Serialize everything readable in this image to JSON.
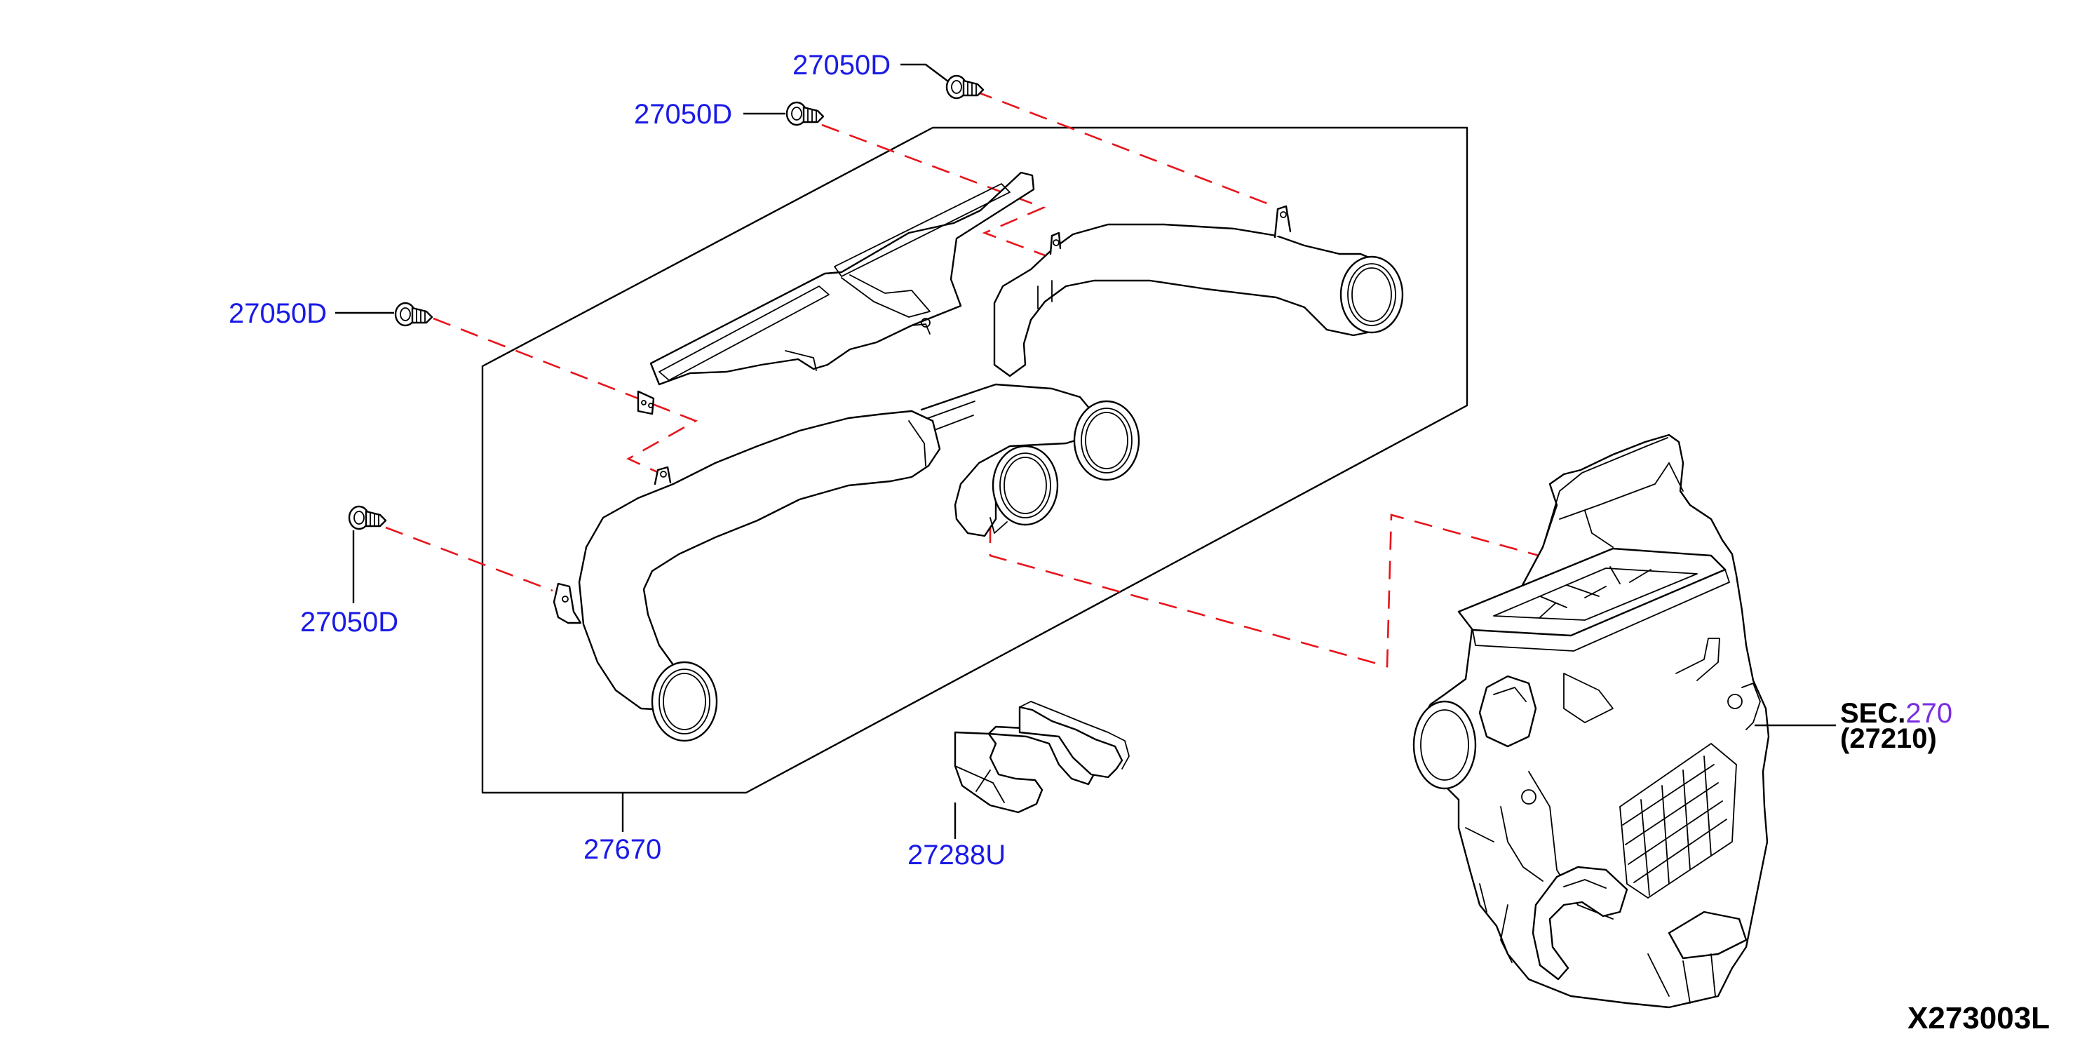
{
  "labels": {
    "bolt_top_right": "27050D",
    "bolt_top_left": "27050D",
    "bolt_mid_left": "27050D",
    "bolt_bottom_left": "27050D",
    "duct_assembly": "27670",
    "duct_small": "27288U",
    "sec_prefix": "SEC.",
    "sec_number": "270",
    "sec_sub": "(27210)",
    "diagram_code": "X273003L"
  },
  "colors": {
    "part_label": "#1a1ae6",
    "section_ref": "#7a2ee0",
    "dashed_leader": "#e8141b",
    "outline": "#000000"
  }
}
